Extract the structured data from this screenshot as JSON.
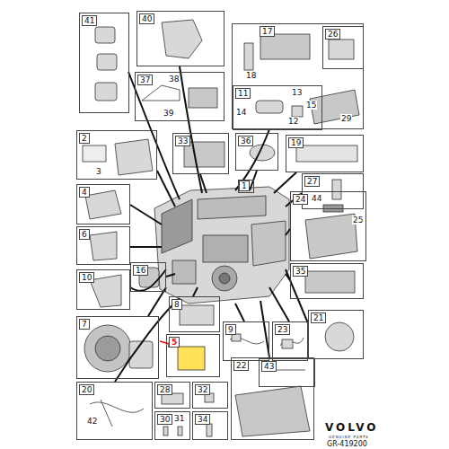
{
  "diagram": {
    "nodes": [
      {
        "text": [
          "41"
        ]
      },
      {
        "text": [
          "40"
        ]
      },
      {
        "text": [
          "17",
          "18",
          "29"
        ]
      },
      {
        "text": [
          "26"
        ],
        "in": 2
      },
      {
        "text": [
          "11",
          "13",
          "14",
          "15",
          "12"
        ],
        "in": 2
      },
      {
        "text": [
          "37",
          "38",
          "39"
        ]
      },
      {
        "text": [
          "2",
          "3"
        ]
      },
      {
        "text": [
          "33"
        ]
      },
      {
        "text": [
          "36"
        ]
      },
      {
        "text": [
          "19"
        ]
      },
      {
        "text": [
          "1"
        ]
      },
      {
        "text": [
          "4"
        ]
      },
      {
        "text": [
          "27"
        ]
      },
      {
        "text": [
          "24",
          "44",
          "25"
        ]
      },
      {
        "text": [
          "6"
        ]
      },
      {
        "text": [
          "35"
        ]
      },
      {
        "text": [
          "10"
        ]
      },
      {
        "text": [
          "16"
        ]
      },
      {
        "text": [
          "8"
        ]
      },
      {
        "text": [
          "7"
        ]
      },
      {
        "text": [
          "9"
        ]
      },
      {
        "text": [
          "23"
        ]
      },
      {
        "text": [
          "21"
        ]
      },
      {
        "text": [
          "5"
        ]
      },
      {
        "text": [
          "20",
          "42"
        ]
      },
      {
        "text": [
          "28"
        ]
      },
      {
        "text": [
          "30",
          "31"
        ]
      },
      {
        "text": [
          "32"
        ]
      },
      {
        "text": [
          "34"
        ]
      },
      {
        "text": [
          "22"
        ]
      },
      {
        "text": [
          "43"
        ],
        "in": 29
      }
    ],
    "labels": [
      "VOLVO",
      "GENUINE PARTS",
      "GR-419200"
    ]
  }
}
